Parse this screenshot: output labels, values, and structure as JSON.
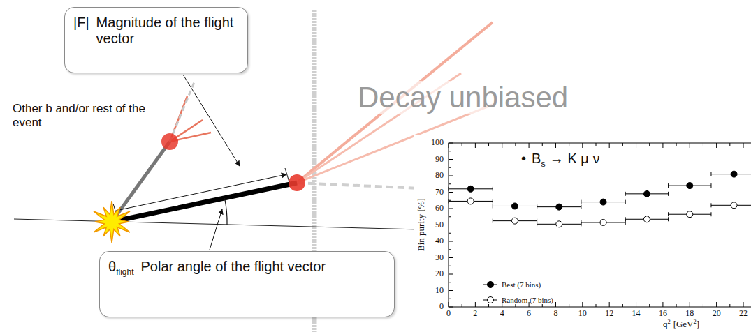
{
  "diagram": {
    "nodes": [
      {
        "text": [
          "|F|",
          "Magnitude of the flight vector"
        ]
      },
      {
        "text": [
          "θ",
          "flight",
          "Polar angle of the flight vector"
        ]
      }
    ],
    "labels": [
      "Other b and/or rest of the event",
      "Decay unbiased",
      "•",
      "B",
      "s",
      "→ K μ ν",
      "Bin purity [%]",
      "q",
      "2",
      "[GeV",
      "2",
      "]",
      "0",
      "10",
      "20",
      "30",
      "40",
      "50",
      "60",
      "70",
      "80",
      "90",
      "100",
      "0",
      "2",
      "4",
      "6",
      "8",
      "10",
      "12",
      "14",
      "16",
      "18",
      "20",
      "22"
    ],
    "legend": [
      {
        "text": "Best (7 bins)"
      },
      {
        "text": "Random (7 bins)"
      }
    ]
  }
}
